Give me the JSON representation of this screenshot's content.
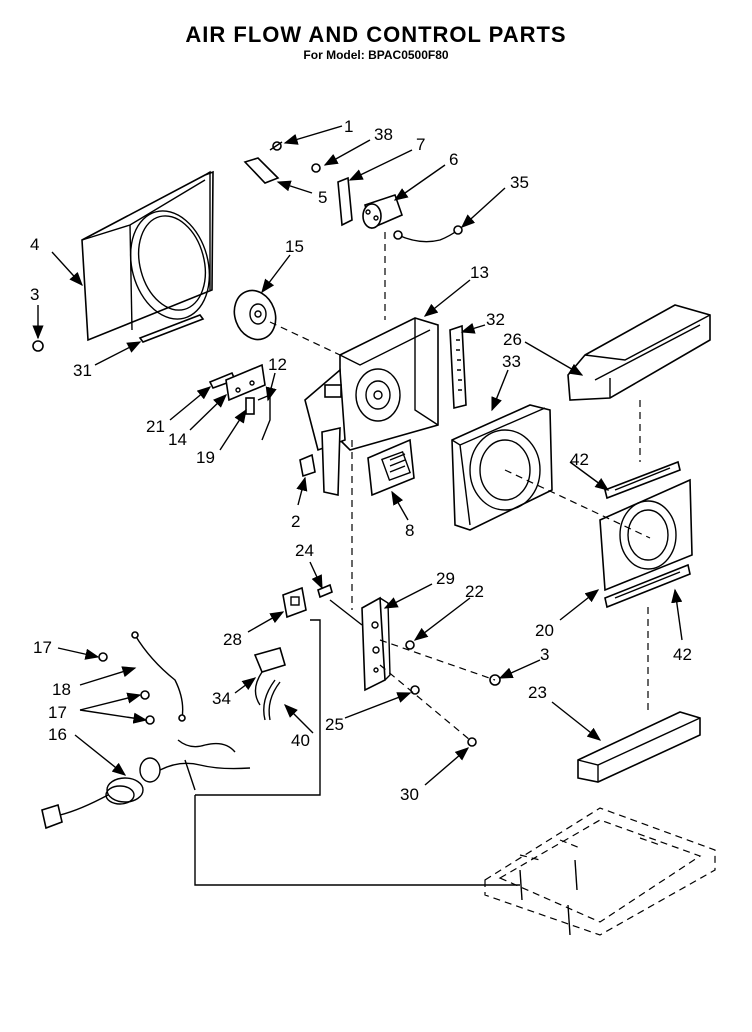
{
  "title": "AIR FLOW AND CONTROL PARTS",
  "subtitle": "For Model: BPAC0500F80",
  "callouts": [
    {
      "id": "c1",
      "text": "1"
    },
    {
      "id": "c38",
      "text": "38"
    },
    {
      "id": "c7",
      "text": "7"
    },
    {
      "id": "c6",
      "text": "6"
    },
    {
      "id": "c35",
      "text": "35"
    },
    {
      "id": "c5",
      "text": "5"
    },
    {
      "id": "c4",
      "text": "4"
    },
    {
      "id": "c3a",
      "text": "3"
    },
    {
      "id": "c31",
      "text": "31"
    },
    {
      "id": "c15",
      "text": "15"
    },
    {
      "id": "c13",
      "text": "13"
    },
    {
      "id": "c32",
      "text": "32"
    },
    {
      "id": "c26",
      "text": "26"
    },
    {
      "id": "c33",
      "text": "33"
    },
    {
      "id": "c12",
      "text": "12"
    },
    {
      "id": "c21",
      "text": "21"
    },
    {
      "id": "c14",
      "text": "14"
    },
    {
      "id": "c19",
      "text": "19"
    },
    {
      "id": "c2",
      "text": "2"
    },
    {
      "id": "c8",
      "text": "8"
    },
    {
      "id": "c42a",
      "text": "42"
    },
    {
      "id": "c20",
      "text": "20"
    },
    {
      "id": "c42b",
      "text": "42"
    },
    {
      "id": "c24",
      "text": "24"
    },
    {
      "id": "c29",
      "text": "29"
    },
    {
      "id": "c22",
      "text": "22"
    },
    {
      "id": "c28",
      "text": "28"
    },
    {
      "id": "c3b",
      "text": "3"
    },
    {
      "id": "c17a",
      "text": "17"
    },
    {
      "id": "c18",
      "text": "18"
    },
    {
      "id": "c17b",
      "text": "17"
    },
    {
      "id": "c16",
      "text": "16"
    },
    {
      "id": "c34",
      "text": "34"
    },
    {
      "id": "c40",
      "text": "40"
    },
    {
      "id": "c25",
      "text": "25"
    },
    {
      "id": "c23",
      "text": "23"
    },
    {
      "id": "c30",
      "text": "30"
    }
  ]
}
